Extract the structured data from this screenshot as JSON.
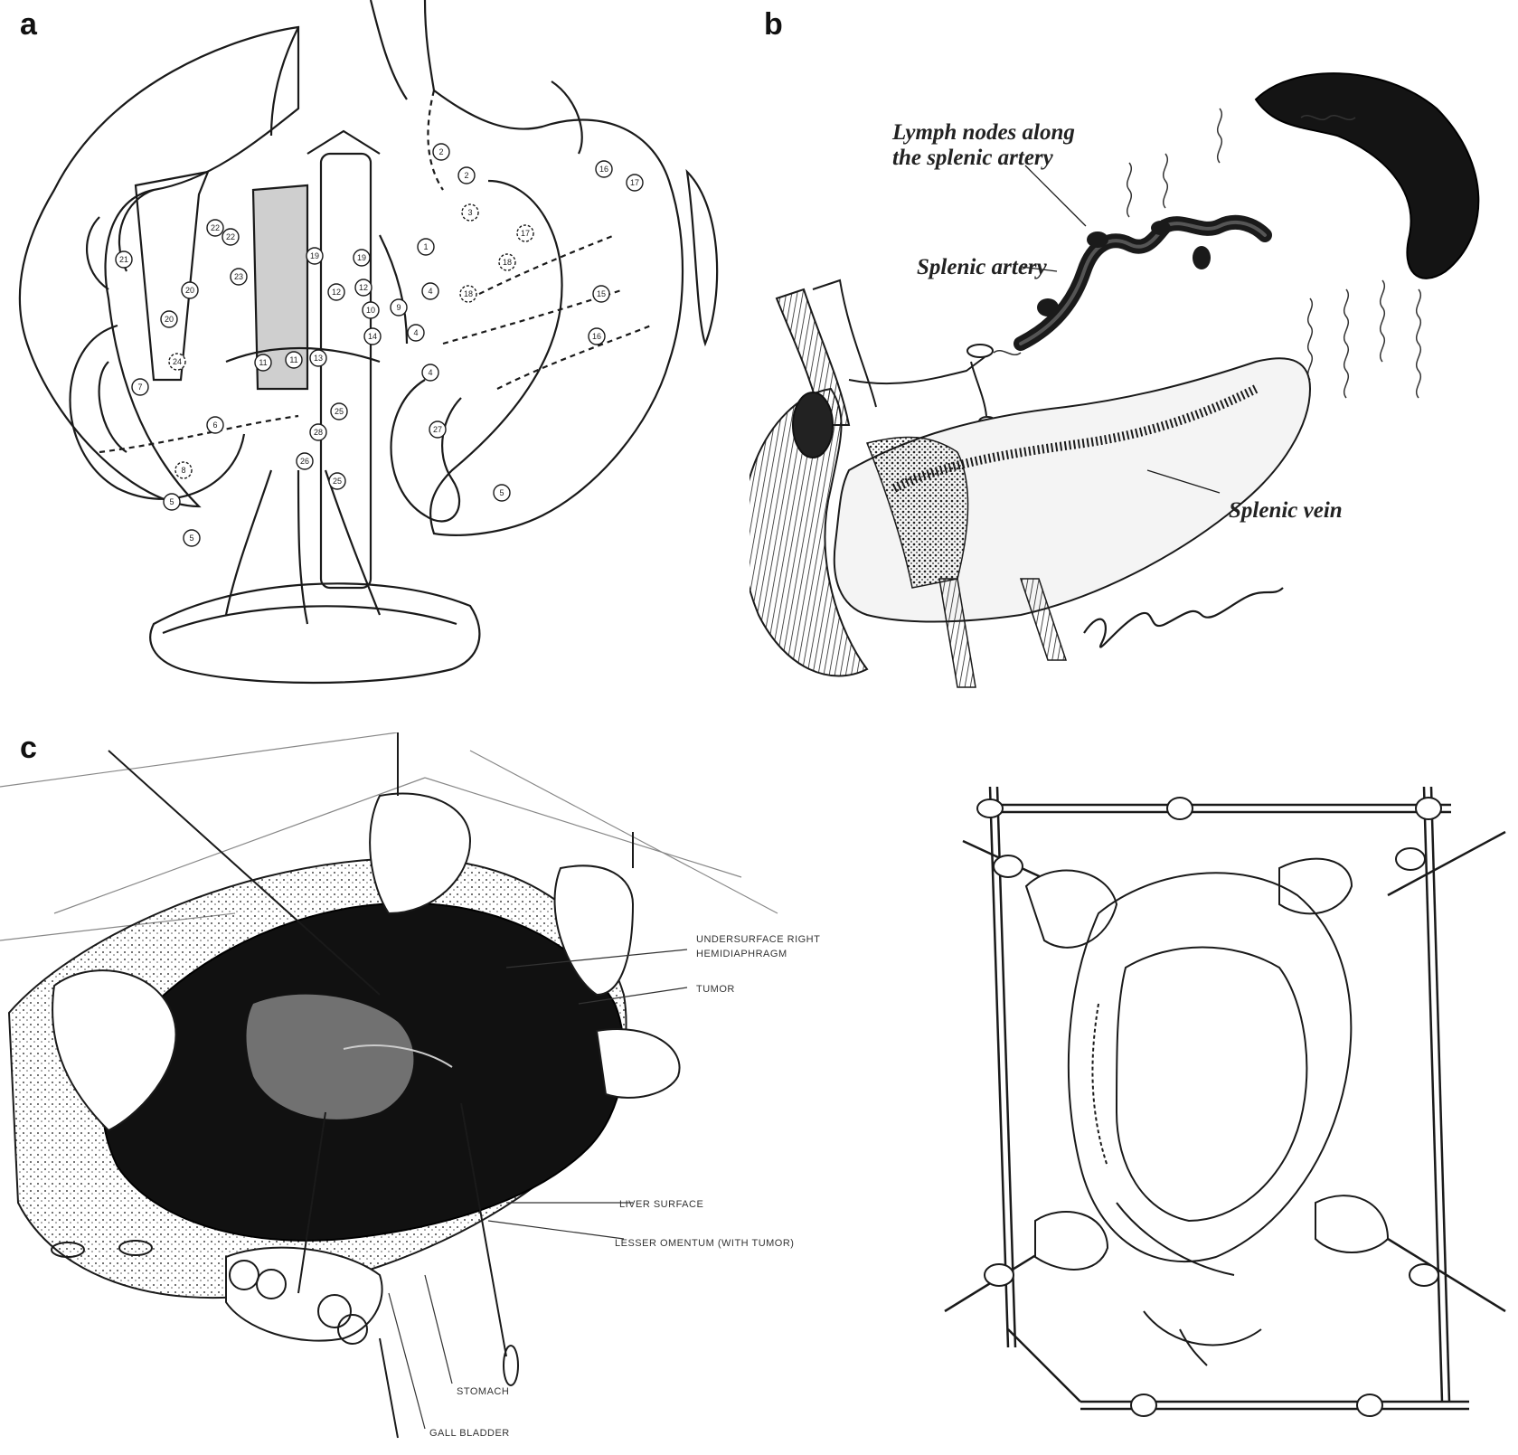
{
  "panels": {
    "a": {
      "letter": "a",
      "nodes": [
        "2",
        "2",
        "3",
        "1",
        "4",
        "4",
        "4",
        "9",
        "10",
        "11",
        "11",
        "12",
        "12",
        "13",
        "14",
        "15",
        "16",
        "16",
        "17",
        "17",
        "18",
        "18",
        "19",
        "19",
        "20",
        "20",
        "21",
        "22",
        "22",
        "23",
        "24",
        "25",
        "25",
        "26",
        "27",
        "28",
        "5",
        "5",
        "5",
        "6",
        "7",
        "8"
      ]
    },
    "b": {
      "letter": "b",
      "labels": {
        "lymph_line1": "Lymph nodes along",
        "lymph_line2": "the splenic artery",
        "artery": "Splenic artery",
        "vein": "Splenic vein"
      }
    },
    "c": {
      "letter": "c",
      "labels": {
        "under1": "UNDERSURFACE RIGHT",
        "under2": "HEMIDIAPHRAGM",
        "tumor": "TUMOR",
        "liver": "LIVER SURFACE",
        "omentum": "LESSER OMENTUM (WITH TUMOR)",
        "stomach": "STOMACH",
        "gall": "GALL BLADDER"
      }
    }
  },
  "colors": {
    "ink": "#1a1a1a",
    "shade": "#2a2a2a",
    "paper": "#ffffff"
  }
}
